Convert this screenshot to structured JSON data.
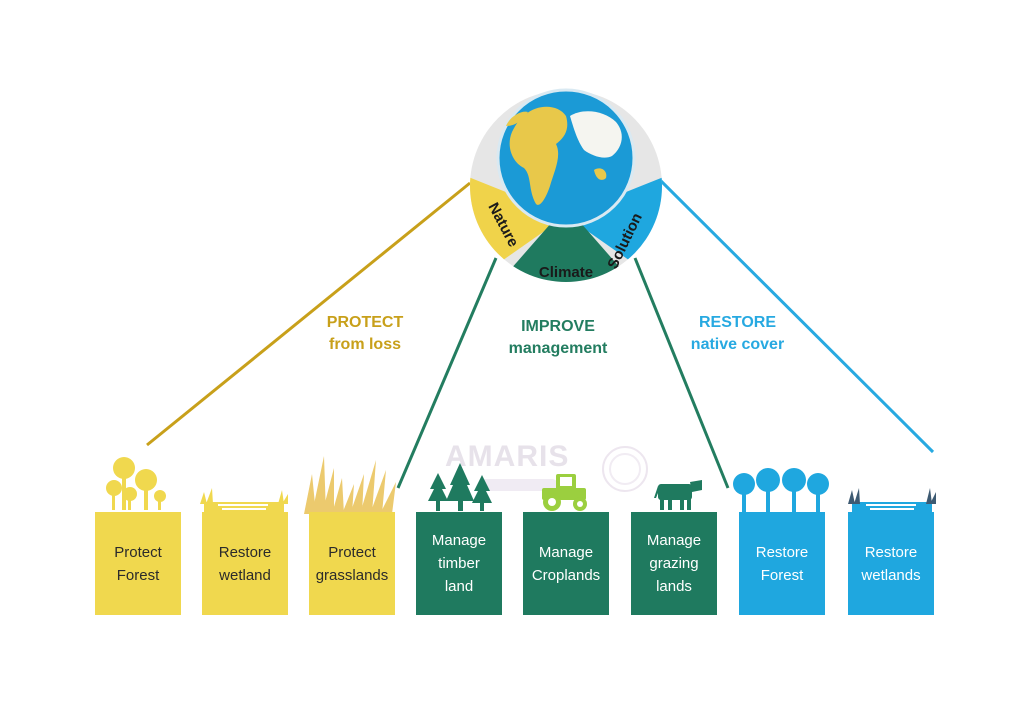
{
  "globe": {
    "ring_words": [
      "Nature",
      "Climate",
      "Solution"
    ],
    "colors": {
      "gold": "#f0d34a",
      "green": "#1f7a5f",
      "blue": "#1fa7df",
      "ring_gray": "#e6e6e6"
    }
  },
  "categories": [
    {
      "id": "protect",
      "line1": "PROTECT",
      "line2": "from loss",
      "color": "#c8a01a"
    },
    {
      "id": "improve",
      "line1": "IMPROVE",
      "line2": "management",
      "color": "#237d60"
    },
    {
      "id": "restore",
      "line1": "RESTORE",
      "line2": "native cover",
      "color": "#27a9e1"
    }
  ],
  "boxes": [
    {
      "lines": [
        "Protect",
        "Forest"
      ],
      "group": "protect",
      "icon": "trees-icon"
    },
    {
      "lines": [
        "Restore",
        "wetland"
      ],
      "group": "protect",
      "icon": "wetland-icon"
    },
    {
      "lines": [
        "Protect",
        "grasslands"
      ],
      "group": "protect",
      "icon": "grass-icon"
    },
    {
      "lines": [
        "Manage",
        "timber",
        "land"
      ],
      "group": "improve",
      "icon": "pine-trees-icon"
    },
    {
      "lines": [
        "Manage",
        "Croplands"
      ],
      "group": "improve",
      "icon": "tractor-icon"
    },
    {
      "lines": [
        "Manage",
        "grazing",
        "lands"
      ],
      "group": "improve",
      "icon": "cow-icon"
    },
    {
      "lines": [
        "Restore",
        "Forest"
      ],
      "group": "restore",
      "icon": "trees-icon"
    },
    {
      "lines": [
        "Restore",
        "wetlands"
      ],
      "group": "restore",
      "icon": "wetland-icon"
    }
  ],
  "group_colors": {
    "protect": {
      "bg": "#f0d84e",
      "fg": "#2b2b2b",
      "icon": "#f0d84e"
    },
    "improve": {
      "bg": "#1f7a5f",
      "fg": "#ffffff",
      "icon": "#1f7a5f"
    },
    "restore": {
      "bg": "#1fa7df",
      "fg": "#ffffff",
      "icon": "#1fa7df"
    }
  },
  "watermark": {
    "text": "AMARIS"
  }
}
